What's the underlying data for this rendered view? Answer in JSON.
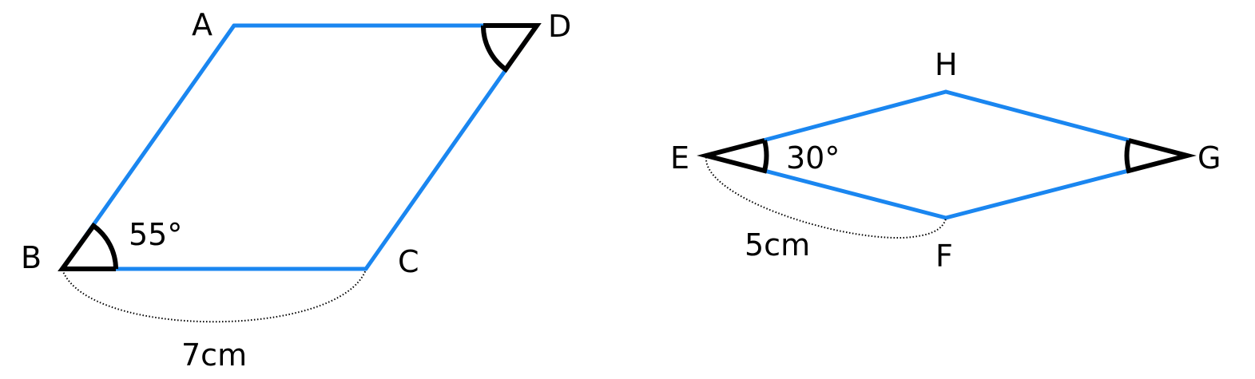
{
  "colors": {
    "edge": "#1a86f0",
    "mark": "#000000",
    "text": "#000000"
  },
  "figure1": {
    "vertex_a": "A",
    "vertex_b": "B",
    "vertex_c": "C",
    "vertex_d": "D",
    "angle_b": "55°",
    "length_bc": "7cm"
  },
  "figure2": {
    "vertex_e": "E",
    "vertex_f": "F",
    "vertex_g": "G",
    "vertex_h": "H",
    "angle_e": "30°",
    "length_ef": "5cm"
  }
}
